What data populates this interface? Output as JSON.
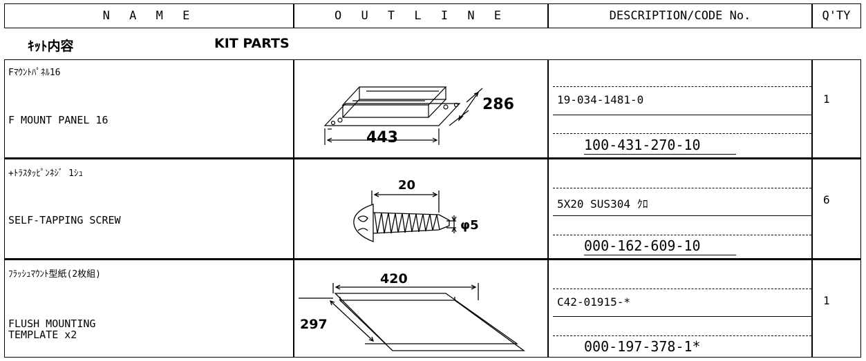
{
  "header": {
    "name": "N A M E",
    "outline": "O U T L I N E",
    "description": "DESCRIPTION/CODE No.",
    "qty": "Q'TY"
  },
  "section": {
    "jp": "ｷｯﾄ内容",
    "en": "KIT PARTS"
  },
  "rows": [
    {
      "name_jp": "Fﾏｳﾝﾄﾊﾟﾈﾙ16",
      "name_en": "F MOUNT PANEL 16",
      "outline_dims": [
        "286",
        "443"
      ],
      "description": "19-034-1481-0",
      "code": "100-431-270-10",
      "qty": "1"
    },
    {
      "name_jp": "+ﾄﾗｽﾀｯﾋﾟﾝﾈｼﾞ 1ｼｭ",
      "name_en": "SELF-TAPPING SCREW",
      "outline_dims": [
        "20",
        "φ5"
      ],
      "description": "5X20 SUS304 ｸﾛ",
      "code": "000-162-609-10",
      "qty": "6"
    },
    {
      "name_jp": "ﾌﾗｯｼｭﾏｳﾝﾄ型紙(2枚組)",
      "name_en": "FLUSH MOUNTING",
      "name_en2": "TEMPLATE x2",
      "outline_dims": [
        "420",
        "297"
      ],
      "description": "C42-01915-*",
      "code": "000-197-378-1*",
      "qty": "1"
    }
  ]
}
